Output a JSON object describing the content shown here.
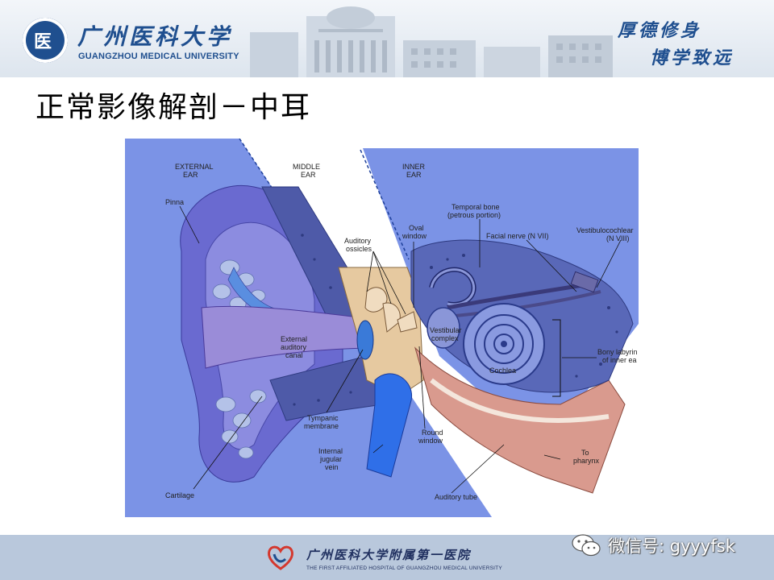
{
  "header": {
    "university_cn": "广州医科大学",
    "university_en": "GUANGZHOU MEDICAL UNIVERSITY",
    "motto_line1": "厚德修身",
    "motto_line2": "博学致远"
  },
  "slide": {
    "title": "正常影像解剖－中耳"
  },
  "figure": {
    "region_labels": [
      "EXTERNAL",
      "EAR",
      "MIDDLE",
      "EAR",
      "INNER",
      "EAR"
    ],
    "labels": {
      "pinna": "Pinna",
      "external_canal_1": "External",
      "external_canal_2": "auditory",
      "external_canal_3": "canal",
      "cartilage": "Cartilage",
      "tympanic_1": "Tympanic",
      "tympanic_2": "membrane",
      "jugular_1": "Internal",
      "jugular_2": "jugular",
      "jugular_3": "vein",
      "ossicles_1": "Auditory",
      "ossicles_2": "ossicles",
      "oval_1": "Oval",
      "oval_2": "window",
      "temporal_1": "Temporal bone",
      "temporal_2": "(petrous portion)",
      "facial": "Facial nerve (N VII)",
      "vestibulo_1": "Vestibulocochlear",
      "vestibulo_2": "(N VIII)",
      "vestibular_1": "Vestibular",
      "vestibular_2": "complex",
      "bony_1": "Bony labyrin",
      "bony_2": "of inner ea",
      "cochlea": "Cochlea",
      "round_1": "Round",
      "round_2": "window",
      "pharynx_1": "To",
      "pharynx_2": "pharynx",
      "auditory_tube": "Auditory tube"
    }
  },
  "footer": {
    "hospital_cn": "广州医科大学附属第一医院",
    "hospital_en": "THE FIRST AFFILIATED HOSPITAL OF GUANGZHOU MEDICAL UNIVERSITY"
  },
  "watermark": {
    "text": "微信号: gyyyfsk"
  }
}
